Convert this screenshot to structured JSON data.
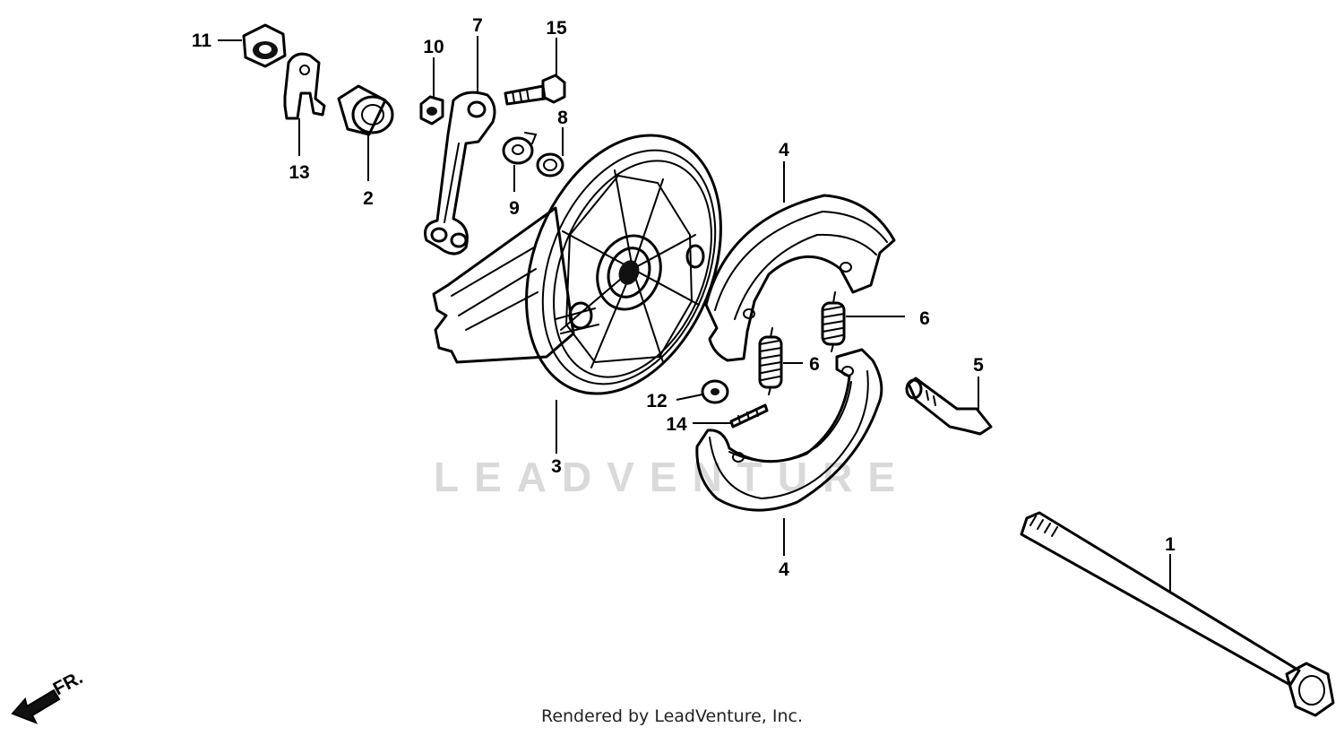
{
  "diagram": {
    "part_labels": {
      "p1": "1",
      "p2": "2",
      "p3": "3",
      "p4_top": "4",
      "p4_bottom": "4",
      "p5": "5",
      "p6_right": "6",
      "p6_left": "6",
      "p7": "7",
      "p8": "8",
      "p9": "9",
      "p10": "10",
      "p11": "11",
      "p12": "12",
      "p13": "13",
      "p14": "14",
      "p15": "15"
    },
    "front_indicator": "FR.",
    "watermark": "LEADVENTURE"
  },
  "footer": {
    "credit": "Rendered by LeadVenture, Inc."
  }
}
